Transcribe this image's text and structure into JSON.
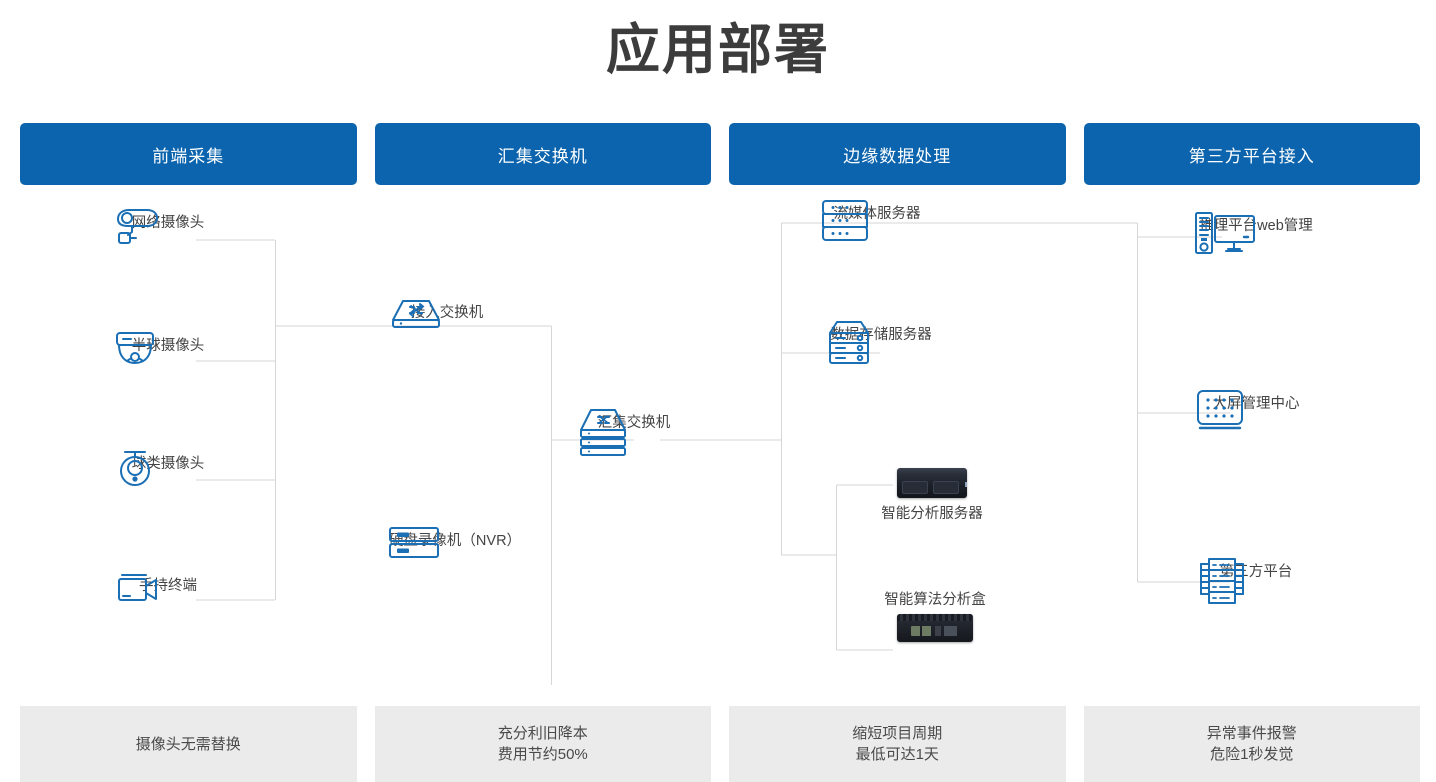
{
  "page": {
    "title": "应用部署",
    "accent_color": "#0b64ad",
    "icon_color": "#1b6fb5",
    "line_color": "#d3d3d3",
    "footer_bg": "#ebebeb"
  },
  "columns": [
    {
      "header": "前端采集"
    },
    {
      "header": "汇集交换机"
    },
    {
      "header": "边缘数据处理"
    },
    {
      "header": "第三方平台接入"
    }
  ],
  "nodes": {
    "ip_camera": {
      "label": "网络摄像头",
      "icon": "bullet-camera-icon"
    },
    "dome_camera": {
      "label": "半球摄像头",
      "icon": "dome-camera-icon"
    },
    "ptz_camera": {
      "label": "球类摄像头",
      "icon": "ptz-camera-icon"
    },
    "handheld": {
      "label": "手持终端",
      "icon": "camcorder-icon"
    },
    "access_switch": {
      "label": "接入交换机",
      "icon": "switch-icon"
    },
    "nvr": {
      "label": "硬盘录像机（NVR）",
      "icon": "nvr-icon"
    },
    "agg_switch": {
      "label": "汇集交换机",
      "icon": "stacked-switch-icon"
    },
    "stream_server": {
      "label": "流媒体服务器",
      "icon": "rack-server-icon"
    },
    "storage_server": {
      "label": "数据存储服务器",
      "icon": "storage-server-icon"
    },
    "analysis_server": {
      "label": "智能分析服务器",
      "icon": "rack-1u-photo"
    },
    "ai_box": {
      "label": "智能算法分析盒",
      "icon": "ai-box-photo"
    },
    "web_platform": {
      "label": "推理平台web管理",
      "icon": "desktop-pc-icon"
    },
    "video_wall": {
      "label": "大屏管理中心",
      "icon": "video-wall-icon"
    },
    "third_party": {
      "label": "第三方平台",
      "icon": "rack-cabinet-icon"
    }
  },
  "footer": [
    {
      "line1": "摄像头无需替换",
      "line2": ""
    },
    {
      "line1": "充分利旧降本",
      "line2": "费用节约50%"
    },
    {
      "line1": "缩短项目周期",
      "line2": "最低可达1天"
    },
    {
      "line1": "异常事件报警",
      "line2": "危险1秒发觉"
    }
  ]
}
